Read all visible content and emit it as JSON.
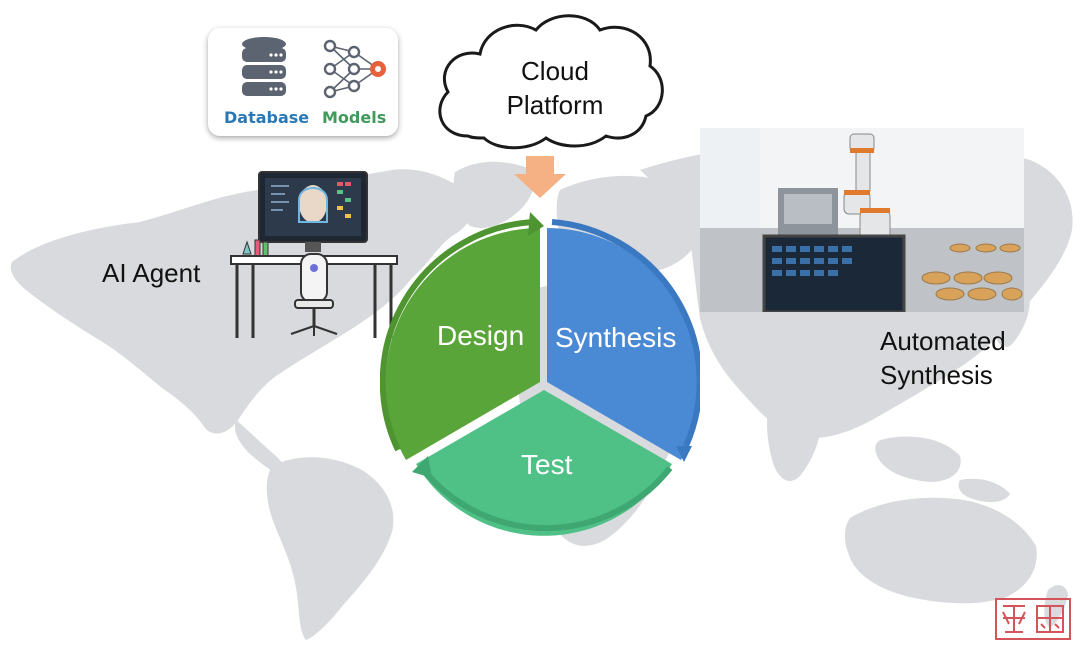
{
  "resources": {
    "database_label": "Database",
    "models_label": "Models"
  },
  "cloud": {
    "line1": "Cloud",
    "line2": "Platform"
  },
  "agent": {
    "label": "AI Agent"
  },
  "automation": {
    "line1": "Automated",
    "line2": "Synthesis"
  },
  "cycle": {
    "design": "Design",
    "synthesis": "Synthesis",
    "test": "Test"
  },
  "colors": {
    "design": "#5aa53a",
    "synthesis": "#4a8ad4",
    "test": "#4fc186",
    "arrow": "#f5b183",
    "map": "#d9dadd",
    "seal": "#d4545a"
  },
  "icons": {
    "database": "database-icon",
    "models": "neural-network-icon",
    "agent": "robot-scientist-icon",
    "photo": "robotic-lab-photo",
    "seal": "red-seal-stamp"
  }
}
